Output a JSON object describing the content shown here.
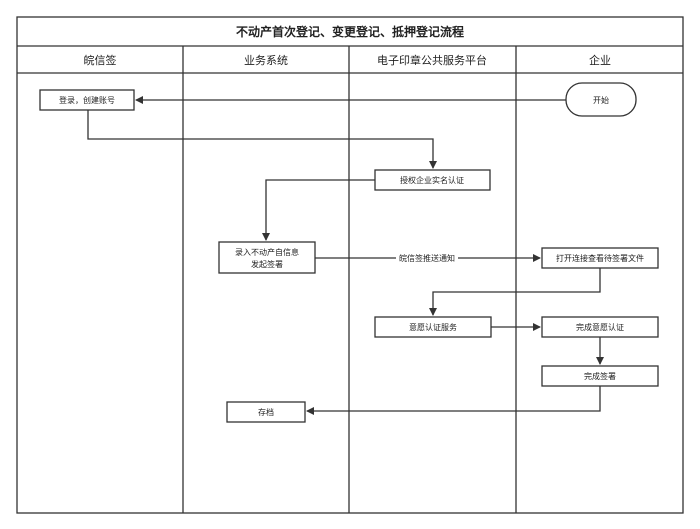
{
  "title": "不动产首次登记、变更登记、抵押登记流程",
  "lanes": [
    "皖信签",
    "业务系统",
    "电子印章公共服务平台",
    "企业"
  ],
  "nodes": {
    "start": "开始",
    "login": "登录，创建账号",
    "authorize": "授权企业实名认证",
    "entry_line1": "录入不动产自信息",
    "entry_line2": "发起签署",
    "open_link": "打开连接查看待签署文件",
    "will_service": "意愿认证服务",
    "will_done": "完成意愿认证",
    "sign_done": "完成签署",
    "archive": "存档"
  },
  "edge_labels": {
    "push_notice": "皖信签推送通知"
  }
}
